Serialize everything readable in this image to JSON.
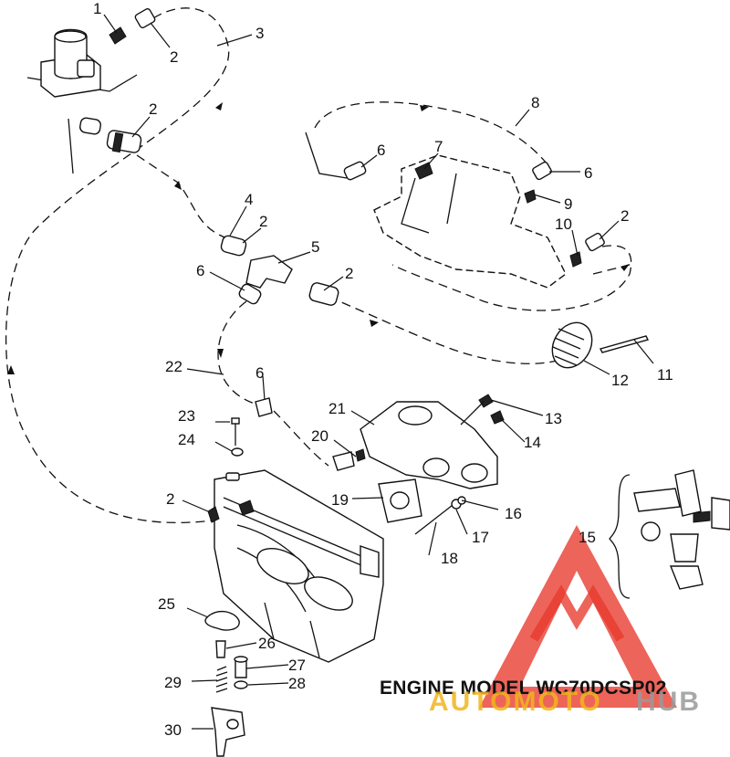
{
  "caption": "ENGINE MODEL WC70DCSP02",
  "watermark": {
    "text_left": "AUTOMOTO",
    "text_right": "HUB",
    "color_left": "#f2b51d",
    "color_right": "#9a9a9a",
    "triangle_color": "#e8382c"
  },
  "callouts": [
    {
      "id": "c1",
      "label": "1"
    },
    {
      "id": "c2a",
      "label": "2"
    },
    {
      "id": "c3",
      "label": "3"
    },
    {
      "id": "c2b",
      "label": "2"
    },
    {
      "id": "c8",
      "label": "8"
    },
    {
      "id": "c6a",
      "label": "6"
    },
    {
      "id": "c7",
      "label": "7"
    },
    {
      "id": "c6b",
      "label": "6"
    },
    {
      "id": "c9",
      "label": "9"
    },
    {
      "id": "c4",
      "label": "4"
    },
    {
      "id": "c2c",
      "label": "2"
    },
    {
      "id": "c10",
      "label": "10"
    },
    {
      "id": "c2d",
      "label": "2"
    },
    {
      "id": "c5",
      "label": "5"
    },
    {
      "id": "c6c",
      "label": "6"
    },
    {
      "id": "c2e",
      "label": "2"
    },
    {
      "id": "c22",
      "label": "22"
    },
    {
      "id": "c6d",
      "label": "6"
    },
    {
      "id": "c12",
      "label": "12"
    },
    {
      "id": "c11",
      "label": "11"
    },
    {
      "id": "c21",
      "label": "21"
    },
    {
      "id": "c13",
      "label": "13"
    },
    {
      "id": "c23",
      "label": "23"
    },
    {
      "id": "c20",
      "label": "20"
    },
    {
      "id": "c14",
      "label": "14"
    },
    {
      "id": "c24",
      "label": "24"
    },
    {
      "id": "c19",
      "label": "19"
    },
    {
      "id": "c16",
      "label": "16"
    },
    {
      "id": "c2f",
      "label": "2"
    },
    {
      "id": "c17",
      "label": "17"
    },
    {
      "id": "c15",
      "label": "15"
    },
    {
      "id": "c18",
      "label": "18"
    },
    {
      "id": "c25",
      "label": "25"
    },
    {
      "id": "c26",
      "label": "26"
    },
    {
      "id": "c27",
      "label": "27"
    },
    {
      "id": "c28",
      "label": "28"
    },
    {
      "id": "c29",
      "label": "29"
    },
    {
      "id": "c30",
      "label": "30"
    }
  ]
}
